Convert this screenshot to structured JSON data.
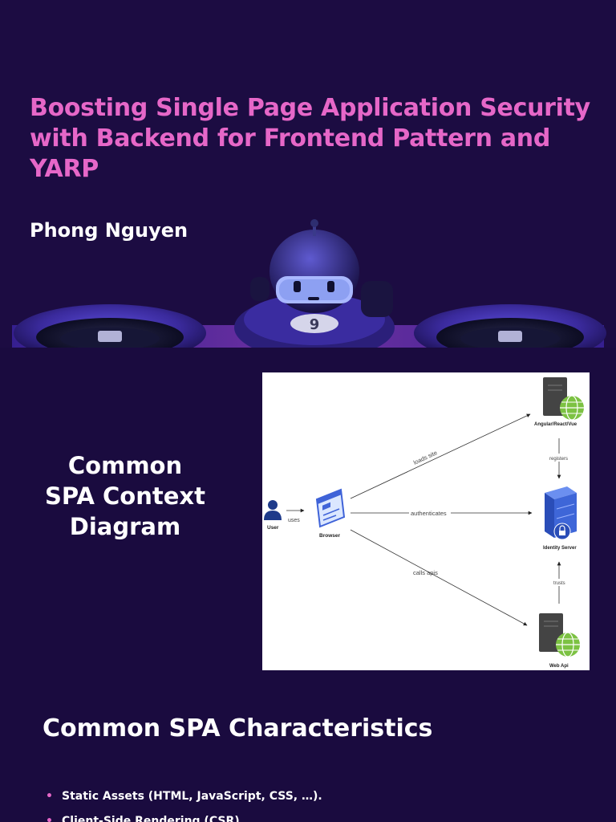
{
  "slides": [
    {
      "title": "Boosting Single Page Application Security with Backend for Frontend Pattern and YARP",
      "author": "Phong Nguyen",
      "hero_badge": "9"
    },
    {
      "title": "Common SPA Context Diagram",
      "diagram": {
        "nodes": {
          "user": "User",
          "browser": "Browser",
          "frontend": "Angular/React/Vue",
          "identity": "Identity Server",
          "webapi": "Web Api"
        },
        "edges": {
          "uses": "uses",
          "loads_site": "loads site",
          "authenticates": "authenticates",
          "calls_apis": "calls apis",
          "registers": "registers",
          "trusts": "trusts"
        }
      }
    },
    {
      "title": "Common SPA Characteristics",
      "bullets": [
        "Static Assets (HTML, JavaScript, CSS, …).",
        "Client-Side Rendering (CSR)"
      ]
    }
  ],
  "colors": {
    "background": "#1a0b3f",
    "title_accent": "#e667c8",
    "bullet_dot": "#e667c8",
    "text": "#ffffff"
  },
  "icons": {
    "user": "user-icon",
    "browser": "browser-window-icon",
    "server": "server-icon",
    "globe": "globe-icon",
    "lock": "lock-icon"
  }
}
